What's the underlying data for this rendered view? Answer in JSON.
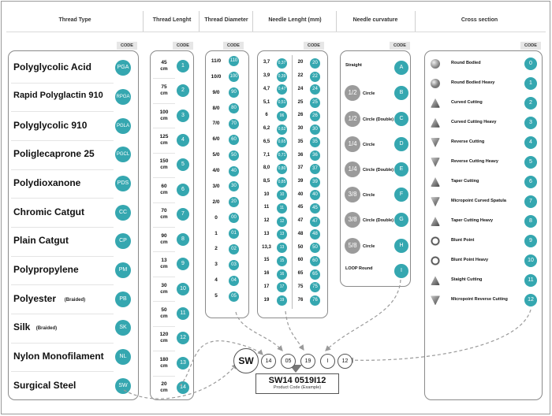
{
  "headers": {
    "thread_type": "Thread Type",
    "thread_length": "Thread Lenght",
    "thread_diameter": "Thread Diameter",
    "needle_length": "Needle Lenght (mm)",
    "needle_curvature": "Needle curvature",
    "cross_section": "Cross section"
  },
  "code_label": "CODE",
  "thread_types": [
    {
      "name": "Polyglycolic Acid",
      "suffix": "",
      "code": "PGA"
    },
    {
      "name": "Rapid Polyglactin 910",
      "suffix": "",
      "code": "RPGA"
    },
    {
      "name": "Polyglycolic 910",
      "suffix": "",
      "code": "PGLA"
    },
    {
      "name": "Poliglecaprone 25",
      "suffix": "",
      "code": "PGCL"
    },
    {
      "name": "Polydioxanone",
      "suffix": "",
      "code": "PDS"
    },
    {
      "name": "Chromic Catgut",
      "suffix": "",
      "code": "CC"
    },
    {
      "name": "Plain Catgut",
      "suffix": "",
      "code": "CP"
    },
    {
      "name": "Polypropylene",
      "suffix": "",
      "code": "PM"
    },
    {
      "name": "Polyester",
      "suffix": "(Braided)",
      "code": "PB"
    },
    {
      "name": "Silk",
      "suffix": "(Braided)",
      "code": "SK"
    },
    {
      "name": "Nylon Monofilament",
      "suffix": "",
      "code": "NL"
    },
    {
      "name": "Surgical Steel",
      "suffix": "",
      "code": "SW"
    }
  ],
  "thread_lengths": [
    {
      "value": "45",
      "unit": "cm",
      "code": "1"
    },
    {
      "value": "75",
      "unit": "cm",
      "code": "2"
    },
    {
      "value": "100",
      "unit": "cm",
      "code": "3"
    },
    {
      "value": "125",
      "unit": "cm",
      "code": "4"
    },
    {
      "value": "150",
      "unit": "cm",
      "code": "5"
    },
    {
      "value": "60",
      "unit": "cm",
      "code": "6"
    },
    {
      "value": "70",
      "unit": "cm",
      "code": "7"
    },
    {
      "value": "90",
      "unit": "cm",
      "code": "8"
    },
    {
      "value": "13",
      "unit": "cm",
      "code": "9"
    },
    {
      "value": "30",
      "unit": "cm",
      "code": "10"
    },
    {
      "value": "50",
      "unit": "cm",
      "code": "11"
    },
    {
      "value": "120",
      "unit": "cm",
      "code": "12"
    },
    {
      "value": "180",
      "unit": "cm",
      "code": "13"
    },
    {
      "value": "20",
      "unit": "cm",
      "code": "14"
    }
  ],
  "thread_diameters": [
    {
      "size": "11/0",
      "code": "110"
    },
    {
      "size": "10/0",
      "code": "100"
    },
    {
      "size": "9/0",
      "code": "90"
    },
    {
      "size": "8/0",
      "code": "80"
    },
    {
      "size": "7/0",
      "code": "70"
    },
    {
      "size": "6/0",
      "code": "60"
    },
    {
      "size": "5/0",
      "code": "50"
    },
    {
      "size": "4/0",
      "code": "40"
    },
    {
      "size": "3/0",
      "code": "30"
    },
    {
      "size": "2/0",
      "code": "20"
    },
    {
      "size": "0",
      "code": "00"
    },
    {
      "size": "1",
      "code": "01"
    },
    {
      "size": "2",
      "code": "02"
    },
    {
      "size": "3",
      "code": "03"
    },
    {
      "size": "4",
      "code": "04"
    },
    {
      "size": "5",
      "code": "05"
    }
  ],
  "needle_lengths_left": [
    {
      "mm": "3,7",
      "code": "0,37"
    },
    {
      "mm": "3,9",
      "code": "0,39"
    },
    {
      "mm": "4,7",
      "code": "0,47"
    },
    {
      "mm": "5,1",
      "code": "0,51"
    },
    {
      "mm": "6",
      "code": "06"
    },
    {
      "mm": "6,2",
      "code": "0,62"
    },
    {
      "mm": "6,5",
      "code": "0,65"
    },
    {
      "mm": "7,1",
      "code": "0,71"
    },
    {
      "mm": "8,0",
      "code": "0,80"
    },
    {
      "mm": "8,5",
      "code": "0,85"
    },
    {
      "mm": "10",
      "code": "10"
    },
    {
      "mm": "11",
      "code": "11"
    },
    {
      "mm": "12",
      "code": "12"
    },
    {
      "mm": "13",
      "code": "13"
    },
    {
      "mm": "13,3",
      "code": "13"
    },
    {
      "mm": "15",
      "code": "15"
    },
    {
      "mm": "16",
      "code": "16"
    },
    {
      "mm": "17",
      "code": "17"
    },
    {
      "mm": "19",
      "code": "19"
    }
  ],
  "needle_lengths_right": [
    {
      "mm": "20",
      "code": "20"
    },
    {
      "mm": "22",
      "code": "22"
    },
    {
      "mm": "24",
      "code": "24"
    },
    {
      "mm": "25",
      "code": "25"
    },
    {
      "mm": "26",
      "code": "26"
    },
    {
      "mm": "30",
      "code": "30"
    },
    {
      "mm": "35",
      "code": "35"
    },
    {
      "mm": "36",
      "code": "36"
    },
    {
      "mm": "37",
      "code": "37"
    },
    {
      "mm": "39",
      "code": "39"
    },
    {
      "mm": "40",
      "code": "40"
    },
    {
      "mm": "45",
      "code": "45"
    },
    {
      "mm": "47",
      "code": "47"
    },
    {
      "mm": "48",
      "code": "48"
    },
    {
      "mm": "50",
      "code": "50"
    },
    {
      "mm": "60",
      "code": "60"
    },
    {
      "mm": "65",
      "code": "65"
    },
    {
      "mm": "75",
      "code": "75"
    },
    {
      "mm": "76",
      "code": "76"
    }
  ],
  "needle_curvatures": [
    {
      "fraction": "",
      "label": "Straight",
      "code": "A"
    },
    {
      "fraction": "1/2",
      "label": "Circle",
      "code": "B"
    },
    {
      "fraction": "1/2",
      "label": "Circle (Double)",
      "code": "C"
    },
    {
      "fraction": "1/4",
      "label": "Circle",
      "code": "D"
    },
    {
      "fraction": "1/4",
      "label": "Circle (Double)",
      "code": "E"
    },
    {
      "fraction": "3/8",
      "label": "Circle",
      "code": "F"
    },
    {
      "fraction": "3/8",
      "label": "Circle (Double)",
      "code": "G"
    },
    {
      "fraction": "5/8",
      "label": "Circle",
      "code": "H"
    },
    {
      "fraction": "",
      "label": "LOOP Round",
      "code": "I"
    }
  ],
  "cross_sections": [
    {
      "label": "Round Bodied",
      "icon": "round-body-icon",
      "code": "0"
    },
    {
      "label": "Round Bodied Heavy",
      "icon": "round-body-heavy-icon",
      "code": "1"
    },
    {
      "label": "Curved Cutting",
      "icon": "curved-cutting-icon",
      "code": "2"
    },
    {
      "label": "Curved Cutting Heavy",
      "icon": "curved-cutting-heavy-icon",
      "code": "3"
    },
    {
      "label": "Reverse Cutting",
      "icon": "reverse-cutting-icon",
      "code": "4"
    },
    {
      "label": "Reverse Cutting Heavy",
      "icon": "reverse-cutting-heavy-icon",
      "code": "5"
    },
    {
      "label": "Taper Cutting",
      "icon": "taper-cutting-icon",
      "code": "6"
    },
    {
      "label": "Micropoint Curved Spatula",
      "icon": "micropoint-spatula-icon",
      "code": "7"
    },
    {
      "label": "Taper Cutting Heavy",
      "icon": "taper-cutting-heavy-icon",
      "code": "8"
    },
    {
      "label": "Blunt Point",
      "icon": "blunt-point-icon",
      "code": "9"
    },
    {
      "label": "Blunt Point Heavy",
      "icon": "blunt-point-heavy-icon",
      "code": "10"
    },
    {
      "label": "Staight Cutting",
      "icon": "straight-cutting-icon",
      "code": "11"
    },
    {
      "label": "Micropoint Reverse Cutting",
      "icon": "micropoint-reverse-icon",
      "code": "12"
    }
  ],
  "example": {
    "parts": [
      "SW",
      "14",
      "05",
      "19",
      "I",
      "12"
    ],
    "code": "SW14 0519I12",
    "caption": "Product Code (Example)"
  },
  "colors": {
    "accent": "#35a7b0",
    "gray": "#9b9b9b",
    "border": "#8a8a8a"
  }
}
